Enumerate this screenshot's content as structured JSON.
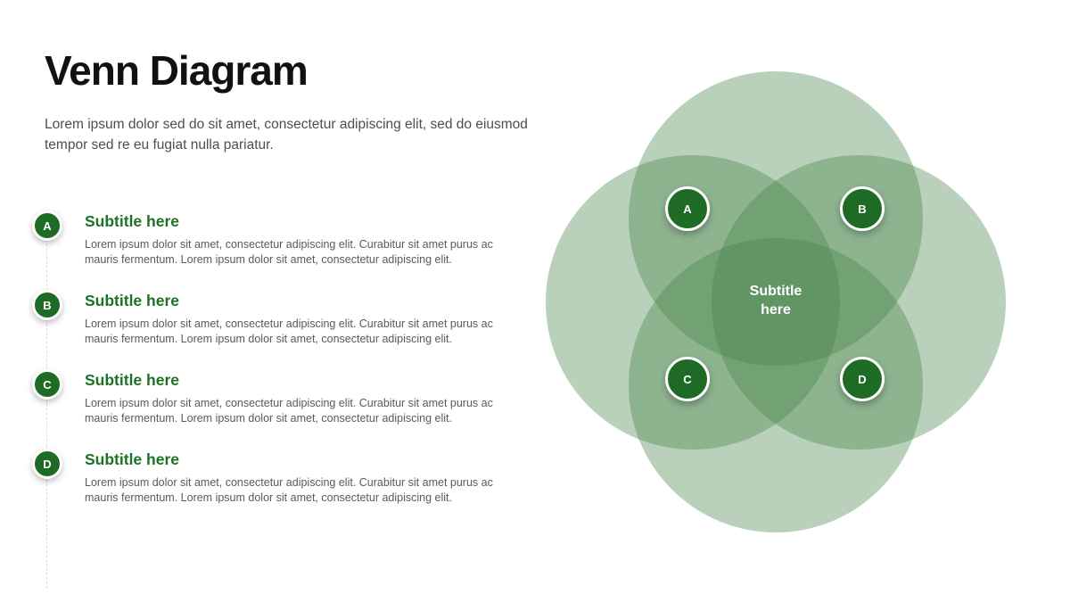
{
  "slide": {
    "title": "Venn Diagram",
    "intro": "Lorem ipsum dolor sed do sit amet, consectetur adipiscing elit, sed do eiusmod tempor sed re eu fugiat nulla pariatur."
  },
  "items": [
    {
      "letter": "A",
      "heading": "Subtitle here",
      "body": "Lorem ipsum dolor sit amet, consectetur adipiscing elit. Curabitur sit amet purus ac mauris fermentum. Lorem ipsum dolor sit amet, consectetur adipiscing elit."
    },
    {
      "letter": "B",
      "heading": "Subtitle here",
      "body": "Lorem ipsum dolor sit amet, consectetur adipiscing elit. Curabitur sit amet purus ac mauris fermentum. Lorem ipsum dolor sit amet, consectetur adipiscing elit."
    },
    {
      "letter": "C",
      "heading": "Subtitle here",
      "body": "Lorem ipsum dolor sit amet, consectetur adipiscing elit. Curabitur sit amet purus ac mauris fermentum. Lorem ipsum dolor sit amet, consectetur adipiscing elit."
    },
    {
      "letter": "D",
      "heading": "Subtitle here",
      "body": "Lorem ipsum dolor sit amet, consectetur adipiscing elit. Curabitur sit amet purus ac mauris fermentum. Lorem ipsum dolor sit amet, consectetur adipiscing elit."
    }
  ],
  "venn": {
    "center_label": "Subtitle here",
    "badges": [
      {
        "letter": "A"
      },
      {
        "letter": "B"
      },
      {
        "letter": "C"
      },
      {
        "letter": "D"
      }
    ]
  },
  "colors": {
    "accent_green": "#1e7125",
    "badge_green": "#1d6b24",
    "circle_fill": "rgba(71,132,74,0.38)",
    "title_text": "#111111",
    "intro_text": "#4e4e4e",
    "body_text": "#5a5a5a",
    "connector": "#dcdcdc"
  }
}
